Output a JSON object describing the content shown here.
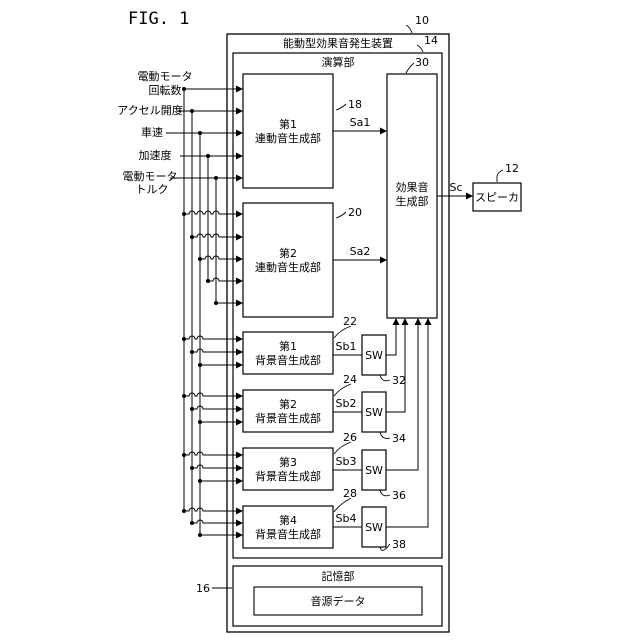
{
  "figure": {
    "title": "FIG. 1"
  },
  "device": {
    "title": "能動型効果音発生装置",
    "ref": "10"
  },
  "computing_unit": {
    "title": "演算部",
    "ref": "14"
  },
  "inputs": [
    {
      "label_line1": "電動モータ",
      "label_line2": "回転数"
    },
    {
      "label_line1": "アクセル開度",
      "label_line2": ""
    },
    {
      "label_line1": "車速",
      "label_line2": ""
    },
    {
      "label_line1": "加速度",
      "label_line2": ""
    },
    {
      "label_line1": "電動モータ",
      "label_line2": "トルク"
    }
  ],
  "linked_generators": [
    {
      "line1": "第1",
      "line2": "連動音生成部",
      "ref": "18",
      "signal": "Sa1"
    },
    {
      "line1": "第2",
      "line2": "連動音生成部",
      "ref": "20",
      "signal": "Sa2"
    }
  ],
  "background_generators": [
    {
      "line1": "第1",
      "line2": "背景音生成部",
      "ref": "22",
      "signal": "Sb1",
      "switch_label": "SW",
      "switch_ref": "32"
    },
    {
      "line1": "第2",
      "line2": "背景音生成部",
      "ref": "24",
      "signal": "Sb2",
      "switch_label": "SW",
      "switch_ref": "34"
    },
    {
      "line1": "第3",
      "line2": "背景音生成部",
      "ref": "26",
      "signal": "Sb3",
      "switch_label": "SW",
      "switch_ref": "36"
    },
    {
      "line1": "第4",
      "line2": "背景音生成部",
      "ref": "28",
      "signal": "Sb4",
      "switch_label": "SW",
      "switch_ref": "38"
    }
  ],
  "effect_generator": {
    "line1": "効果音",
    "line2": "生成部",
    "ref": "30",
    "signal": "Sc"
  },
  "speaker": {
    "label": "スピーカ",
    "ref": "12"
  },
  "storage": {
    "title": "記憶部",
    "ref": "16",
    "inner": "音源データ"
  }
}
